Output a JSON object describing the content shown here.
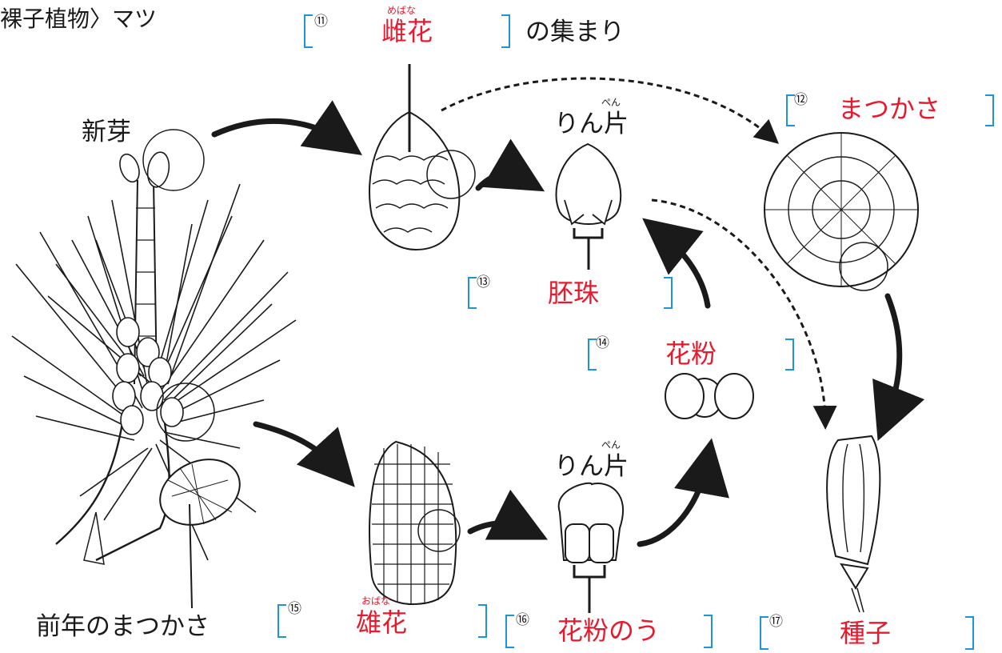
{
  "title": "裸子植物〉マツ",
  "labels": {
    "new_bud": "新芽",
    "last_year_cone": "前年のまつかさ",
    "scale_top": "りん片",
    "scale_top_ruby": "ぺん",
    "scale_bottom": "りん片",
    "scale_bottom_ruby": "ぺん",
    "cluster_suffix": "の集まり"
  },
  "blanks": [
    {
      "num": "⑪",
      "answer": "雌花",
      "ruby": "めばな"
    },
    {
      "num": "⑫",
      "answer": "まつかさ"
    },
    {
      "num": "⑬",
      "answer": "胚珠"
    },
    {
      "num": "⑭",
      "answer": "花粉"
    },
    {
      "num": "⑮",
      "answer": "雄花",
      "ruby": "おばな"
    },
    {
      "num": "⑯",
      "answer": "花粉のう"
    },
    {
      "num": "⑰",
      "answer": "種子"
    }
  ],
  "colors": {
    "answer": "#e8192c",
    "bracket": "#1b95d3",
    "ink": "#1a1a1a"
  }
}
